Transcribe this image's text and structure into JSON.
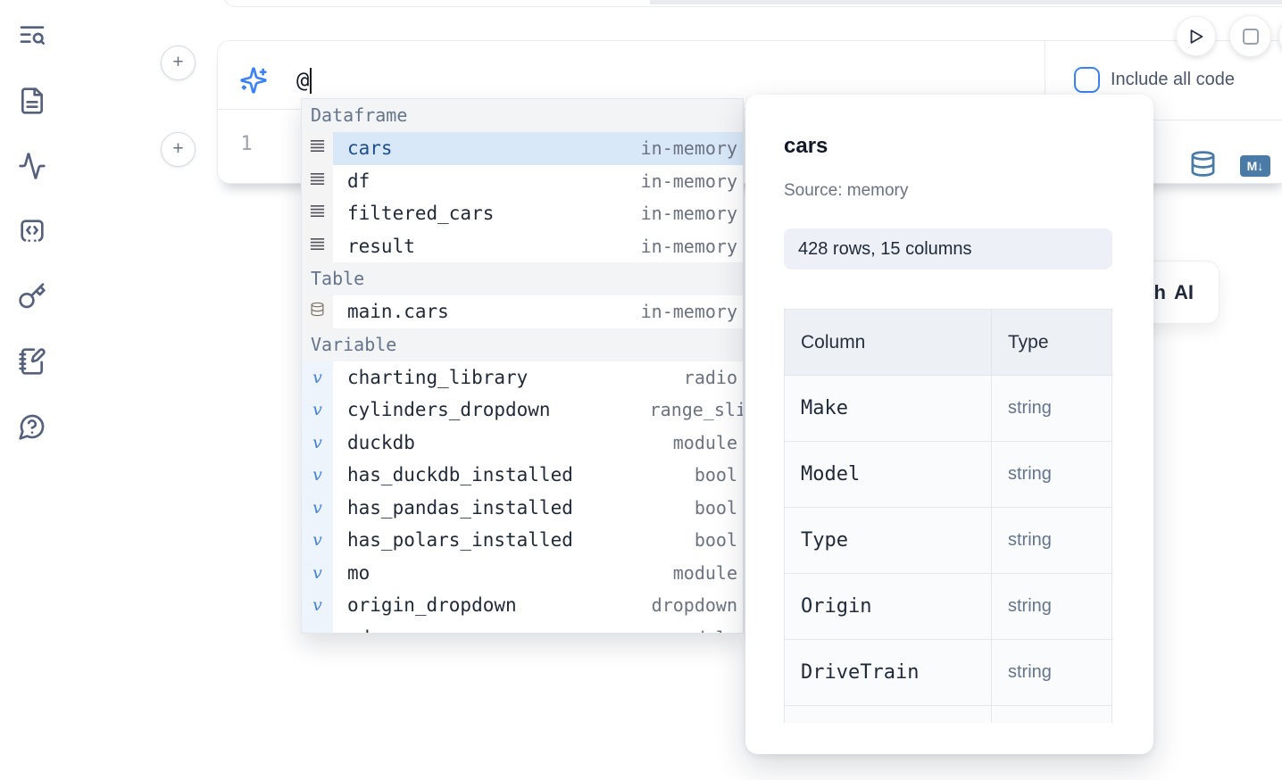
{
  "colors": {
    "accent_blue": "#3b82f6",
    "selection_bg": "#d9e8f8",
    "selected_text": "#1d4e8f",
    "toolbar_icon_blue": "#4a7ba6",
    "section_header_bg": "#f3f4f6",
    "muted_text": "#6b7280"
  },
  "sidebar": {
    "items": [
      {
        "icon": "text-search-icon"
      },
      {
        "icon": "file-text-icon"
      },
      {
        "icon": "activity-icon"
      },
      {
        "icon": "snippets-icon"
      },
      {
        "icon": "key-icon"
      },
      {
        "icon": "notebook-pen-icon"
      },
      {
        "icon": "help-chat-icon"
      }
    ]
  },
  "add_buttons": {
    "top_label": "+",
    "bottom_label": "+"
  },
  "prompt": {
    "value": "@",
    "include_all_code_label": "Include all code",
    "checkbox_checked": false
  },
  "run_controls": {
    "play_icon": "play-icon",
    "stop_icon": "stop-icon"
  },
  "cell": {
    "line_number": "1",
    "toolbar": {
      "database_icon": "database-icon",
      "markdown_badge": "M↓"
    }
  },
  "ai_button": {
    "clipped_fragment": "h",
    "label": "AI"
  },
  "completion": {
    "sections": [
      {
        "label": "Dataframe",
        "items": [
          {
            "icon": "dataframe",
            "name": "cars",
            "meta": "in-memory",
            "selected": true
          },
          {
            "icon": "dataframe",
            "name": "df",
            "meta": "in-memory"
          },
          {
            "icon": "dataframe",
            "name": "filtered_cars",
            "meta": "in-memory"
          },
          {
            "icon": "dataframe",
            "name": "result",
            "meta": "in-memory"
          }
        ]
      },
      {
        "label": "Table",
        "items": [
          {
            "icon": "table",
            "name": "main.cars",
            "meta": "in-memory"
          }
        ]
      },
      {
        "label": "Variable",
        "items": [
          {
            "icon": "variable",
            "name": "charting_library",
            "meta": "radio"
          },
          {
            "icon": "variable",
            "name": "cylinders_dropdown",
            "meta": "range_sli",
            "meta_clipped": true
          },
          {
            "icon": "variable",
            "name": "duckdb",
            "meta": "module"
          },
          {
            "icon": "variable",
            "name": "has_duckdb_installed",
            "meta": "bool"
          },
          {
            "icon": "variable",
            "name": "has_pandas_installed",
            "meta": "bool"
          },
          {
            "icon": "variable",
            "name": "has_polars_installed",
            "meta": "bool"
          },
          {
            "icon": "variable",
            "name": "mo",
            "meta": "module"
          },
          {
            "icon": "variable",
            "name": "origin_dropdown",
            "meta": "dropdown"
          },
          {
            "icon": "variable",
            "name": "pd",
            "meta": "module"
          }
        ]
      }
    ]
  },
  "preview": {
    "title": "cars",
    "source": "Source: memory",
    "shape_badge": "428 rows, 15 columns",
    "table": {
      "headers": [
        "Column",
        "Type"
      ],
      "rows": [
        [
          "Make",
          "string"
        ],
        [
          "Model",
          "string"
        ],
        [
          "Type",
          "string"
        ],
        [
          "Origin",
          "string"
        ],
        [
          "DriveTrain",
          "string"
        ],
        [
          "",
          ""
        ]
      ]
    }
  }
}
